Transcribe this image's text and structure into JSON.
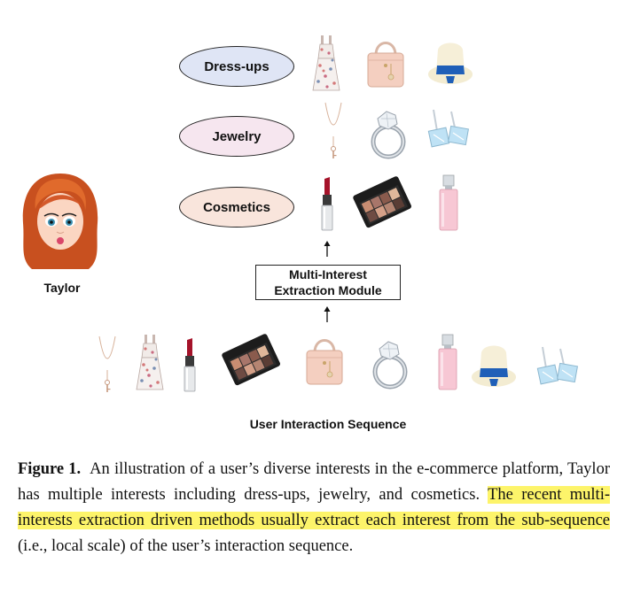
{
  "interests": {
    "dress_ups": "Dress-ups",
    "jewelry": "Jewelry",
    "cosmetics": "Cosmetics"
  },
  "module": {
    "line1": "Multi-Interest",
    "line2": "Extraction Module"
  },
  "person": {
    "name": "Taylor"
  },
  "sequence_label": "User Interaction Sequence",
  "icons": {
    "row_dress": [
      "dress-icon",
      "handbag-icon",
      "hat-icon"
    ],
    "row_jewelry": [
      "necklace-icon",
      "ring-icon",
      "earrings-icon"
    ],
    "row_cosmetics": [
      "lipstick-icon",
      "eyeshadow-palette-icon",
      "perfume-icon"
    ],
    "sequence": [
      "necklace-icon",
      "dress-icon",
      "lipstick-icon",
      "eyeshadow-palette-icon",
      "handbag-icon",
      "ring-icon",
      "perfume-icon",
      "hat-icon",
      "earrings-icon"
    ]
  },
  "colors": {
    "dress_ellipse": "#dfe5f5",
    "jewelry_ellipse": "#f6e6ef",
    "cosmetics_ellipse": "#f9e5dc",
    "highlight": "#fdf46a"
  },
  "caption": {
    "figure_label": "Figure 1.",
    "text1": "An illustration of a user’s diverse interests in the e-commerce platform, Taylor has multiple interests including dress-ups, jewelry, and cosmetics. ",
    "highlight1": "The recent multi-interests extraction driven methods usually extract each interest from the sub-sequence",
    "text2": " (i.e., local scale) of the user’s interaction sequence."
  }
}
